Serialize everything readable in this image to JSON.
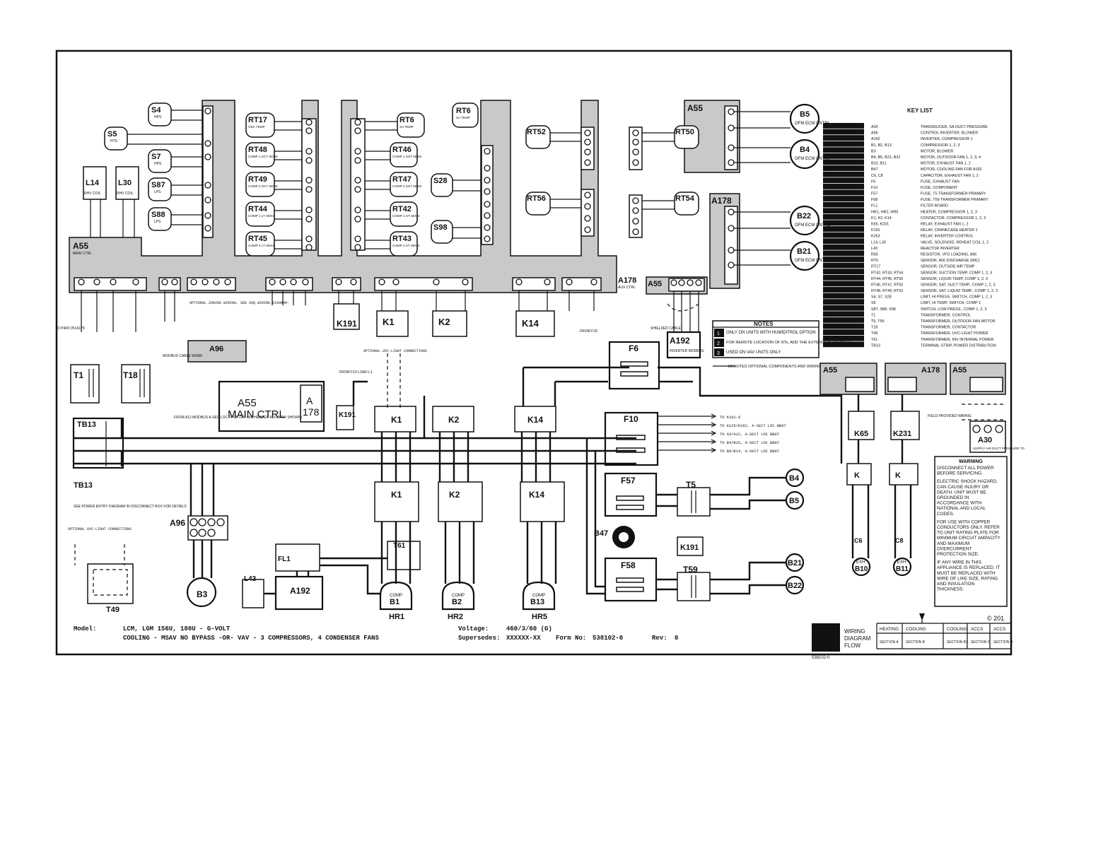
{
  "key_list": {
    "title": "KEY LIST",
    "rows": [
      {
        "ref": "A30",
        "desc": "TRANSDUCER, SA DUCT PRESSURE"
      },
      {
        "ref": "A96",
        "desc": "CONTROL INVERTER, BLOWER"
      },
      {
        "ref": "A192",
        "desc": "INVERTER, COMPRESSOR 1"
      },
      {
        "ref": "B1, B2, B13",
        "desc": "COMPRESSOR 1, 2, 3"
      },
      {
        "ref": "B3",
        "desc": "MOTOR, BLOWER"
      },
      {
        "ref": "B4, B5, B21, B22",
        "desc": "MOTOR, OUTDOOR FAN 1, 2, 3, 4"
      },
      {
        "ref": "B10, B11",
        "desc": "MOTOR, EXHAUST FAN 1, 2"
      },
      {
        "ref": "B47",
        "desc": "MOTOR, COOLING FAN FOR A192"
      },
      {
        "ref": "C6, C8",
        "desc": "CAPACITOR, EXHAUST FAN 1, 2"
      },
      {
        "ref": "F6",
        "desc": "FUSE, EXHAUST FAN"
      },
      {
        "ref": "F10",
        "desc": "FUSE, COMPONENT"
      },
      {
        "ref": "F57",
        "desc": "FUSE, T5 TRANSFORMER PRIMARY"
      },
      {
        "ref": "F58",
        "desc": "FUSE, T59 TRANSFORMER PRIMARY"
      },
      {
        "ref": "FL1",
        "desc": "FILTER BOARD"
      },
      {
        "ref": "HR1, HR2, HR5",
        "desc": "HEATER, COMPRESSOR 1, 2, 3"
      },
      {
        "ref": "K1, K2, K14",
        "desc": "CONTACTOR, COMPRESSOR 1, 2, 3"
      },
      {
        "ref": "K65, K231",
        "desc": "RELAY, EXHAUST FAN 1, 2"
      },
      {
        "ref": "K191",
        "desc": "RELAY, CRANKCASE HEATER 1"
      },
      {
        "ref": "K263",
        "desc": "RELAY, INVERTER CONTROL"
      },
      {
        "ref": "L14, L30",
        "desc": "VALVE, SOLENOID, REHEAT COIL 1, 2"
      },
      {
        "ref": "L43",
        "desc": "REACTOR INVERTER"
      },
      {
        "ref": "R55",
        "desc": "RESISTOR, VFD LOADING, A96"
      },
      {
        "ref": "RT6",
        "desc": "SENSOR, A56 DISCHARGE (IMC)"
      },
      {
        "ref": "RT17",
        "desc": "SENSOR, OUTSIDE AIR TEMP"
      },
      {
        "ref": "RT42, RT43, RT54",
        "desc": "SENSOR, SUCTION TEMP, COMP 1, 2, 3"
      },
      {
        "ref": "RT44, RT45, RT56",
        "desc": "SENSOR, LIQUID TEMP, COMP 1, 2, 3"
      },
      {
        "ref": "RT46, RT47, RT50",
        "desc": "SENSOR, SAT. SUCT TEMP., COMP 1, 2, 3"
      },
      {
        "ref": "RT48, RT49, RT52",
        "desc": "SENSOR, SAT. LIQUID TEMP., COMP 1, 2, 3"
      },
      {
        "ref": "S4, S7, S28",
        "desc": "LIMIT, HI PRESS. SWITCH, COMP 1, 2, 3"
      },
      {
        "ref": "S5",
        "desc": "LIMIT, HI TEMP. SWITCH, COMP 1"
      },
      {
        "ref": "S87, S88, S98",
        "desc": "SWITCH, LOW PRESS., COMP 1, 2, 3"
      },
      {
        "ref": "T1",
        "desc": "TRANSFORMER, CONTROL"
      },
      {
        "ref": "T5, T59",
        "desc": "TRANSFORMER, OUTDOOR FAN MOTOR"
      },
      {
        "ref": "T18",
        "desc": "TRANSFORMER, CONTACTOR"
      },
      {
        "ref": "T49",
        "desc": "TRANSFORMER, UVC-LIGHT POWER"
      },
      {
        "ref": "T61",
        "desc": "TRANSFORMER, INV INTERNAL POWER"
      },
      {
        "ref": "TB13",
        "desc": "TERMINAL STRIP, POWER DISTRIBUTION"
      }
    ]
  },
  "notes": {
    "title": "NOTES",
    "items": [
      {
        "num": "1",
        "text": "ONLY ON UNITS WITH HUMIDITROL OPTION"
      },
      {
        "num": "2",
        "text": "FOR REMOTE LOCATION OF RTs, ADD THE EXTENSION HARNESS"
      },
      {
        "num": "3",
        "text": "USED ON VAV UNITS ONLY"
      }
    ]
  },
  "warning": {
    "title": "WARNING",
    "p1": [
      "DISCONNECT ALL POWER",
      "BEFORE SERVICING."
    ],
    "p2": [
      "ELECTRIC SHOCK HAZARD,",
      "CAN CAUSE INJURY OR",
      "DEATH. UNIT MUST BE",
      "GROUNDED IN",
      "ACCORDANCE WITH",
      "NATIONAL AND LOCAL",
      "CODES."
    ],
    "p3": [
      "FOR USE WITH COPPER",
      "CONDUCTORS ONLY. REFER",
      "TO UNIT RATING PLATE FOR",
      "MINIMUM CIRCUIT AMPACITY",
      "AND MAXIMUM",
      "OVERCURRENT",
      "PROTECTION SIZE."
    ],
    "p4": [
      "IF ANY WIRE IN THIS",
      "APPLIANCE IS REPLACED, IT",
      "MUST BE REPLACED WITH",
      "WIRE OF LIKE SIZE, RATING",
      "AND INSULATION",
      "THICKNESS."
    ]
  },
  "title_block": {
    "model_label": "Model:",
    "model": "LCM, LGM 156U, 180U - G-VOLT",
    "description": "COOLING - MSAV NO BYPASS -OR- VAV - 3 COMPRESSORS, 4 CONDENSER FANS",
    "voltage_label": "Voltage:",
    "voltage": "460/3/60 (G)",
    "supersedes_label": "Supersedes:",
    "supersedes": "XXXXXX-XX",
    "form_label": "Form No:",
    "form_no": "538102-0",
    "rev_label": "Rev:",
    "rev": "0",
    "copyright": "© 201",
    "drawing_no": "538102-0"
  },
  "flow": {
    "title": [
      "WIRING",
      "DIAGRAM",
      "FLOW"
    ],
    "sections": [
      {
        "name": "HEATING",
        "section": "SECTION A"
      },
      {
        "name": "COOLING",
        "section": "SECTION B"
      },
      {
        "name": "COOLING",
        "section": "SECTION B3"
      },
      {
        "name": "ACCS",
        "section": "SECTION C"
      },
      {
        "name": "ACCS",
        "section": "SECTION D"
      }
    ]
  },
  "labels": {
    "a55_main": "A55",
    "main_ctrl": "MAIN CTRL",
    "a178": "A178",
    "aux_ctrl": "AUX CTRL",
    "a55_board_line1": "A55",
    "a55_board_line2": "MAIN CTRL",
    "a178_board": "A",
    "a178_board2": "178",
    "dash_note": "DENOTES OPTIONAL COMPONENTS AND WIRING",
    "optional_zone": "OPTIONAL ZONING WIRING. SEE ZAQ WIRING DIAGRAM.",
    "optional_uvc_top": "OPTIONAL UVC-LIGHT CONNECTIONS",
    "optional_uvc_bottom": "OPTIONAL UVC-LIGHT CONNECTIONS",
    "see_power": "SEE POWER ENTRY DIAGRAM IN DISCONNECT BOX FOR DETAILS",
    "modbus": "MODBUS CABLE W/A96",
    "from_a12": "FROM A12 MODBUS A-SEC LOC FP02 -OR- A55 HEADER 413 (NOW SHOWN)",
    "field_provided": "FIELD PROVIDED WIRING",
    "shielded": "SHIELDED CABLE",
    "from_f10": "FROM F10 LOAD L1",
    "to_p400": "TO P400 ON A178",
    "from_f18": "FROM F18"
  },
  "f10_outputs": [
    "TO K191-9",
    "TO K125/K262, A-SECT LOC BB07",
    "TO A3/A12, A-SECT LOC BB07",
    "TO B4/B15, A-SECT LOC BB07",
    "TO B6/B14, A-SECT LOC BB07"
  ],
  "components": {
    "sensors_left": [
      "RT17",
      "RT48",
      "RT49",
      "RT44",
      "RT45"
    ],
    "sensors_left_desc": [
      "ODA TEMP",
      "COMP 1 SCT SENS",
      "COMP 2 SCT SENS",
      "COMP 1 LT SENS",
      "COMP 2 LT SENS"
    ],
    "sensors_mid": [
      "RT6",
      "RT46",
      "RT47",
      "RT42",
      "RT43"
    ],
    "sensors_mid_desc": [
      "SA TEMP",
      "COMP 1 SST SENS",
      "COMP 2 SST SENS",
      "COMP 1 ST SENS",
      "COMP 2 ST SENS"
    ],
    "switches": [
      "S4",
      "S5",
      "S7",
      "S87",
      "S88"
    ],
    "switch_desc": [
      "HPS",
      "HTS",
      "HPS",
      "LPS",
      "LPS"
    ],
    "coils": [
      "L14",
      "L30"
    ],
    "coil_desc": "RHV COIL",
    "s28": "S28",
    "s98": "S98",
    "rt52": "RT52",
    "rt56": "RT56",
    "rt50": "RT50",
    "rt54": "RT54",
    "fans_right": [
      "B5",
      "B4",
      "B22",
      "B21"
    ],
    "fan_desc": "OFM ECM CNTRL",
    "t1": "T1",
    "t18": "T18",
    "tb13": "TB13",
    "a96": "A96",
    "k191": "K191",
    "k1": "K1",
    "k2": "K2",
    "k14": "K14",
    "f6": "F6",
    "f10": "F10",
    "f57": "F57",
    "f58": "F58",
    "t5": "T5",
    "t59": "T59",
    "b47": "B47",
    "b1": "B1",
    "b2": "B2",
    "b13": "B13",
    "hr1": "HR1",
    "hr2": "HR2",
    "hr5": "HR5",
    "b3": "B3",
    "t49": "T49",
    "l43": "L43",
    "a192": "A192",
    "t61": "T61",
    "fl1": "FL1",
    "k65": "K65",
    "k231": "K231",
    "a30": "A30",
    "b10": "B10",
    "b11": "B11",
    "c6": "C6",
    "c8": "C8",
    "comp": "COMP",
    "exh": "EXH",
    "a30_desc": "SUPPLY AIR DUCT PRESSURE TD",
    "a192_desc": "INVERTER MODBUS"
  },
  "colors": {
    "ink": "#111111",
    "strip": "#c9c9c9",
    "paper": "#ffffff"
  }
}
